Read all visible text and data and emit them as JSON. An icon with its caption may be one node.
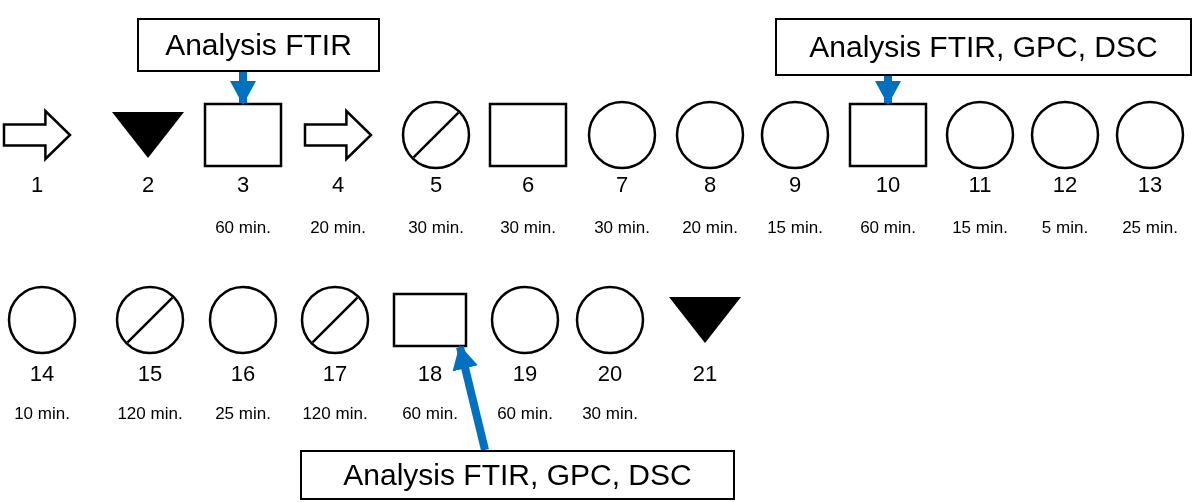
{
  "diagram": {
    "nodes": [
      {
        "text": [
          "Analysis FTIR"
        ]
      },
      {
        "text": [
          "Analysis FTIR, GPC, DSC"
        ]
      },
      {
        "text": [],
        "shape": "arrow",
        "beside": [
          "1"
        ]
      },
      {
        "text": [],
        "shape": "triangle",
        "beside": [
          "2"
        ]
      },
      {
        "text": [],
        "shape": "box",
        "beside": [
          "3",
          "60 min."
        ]
      },
      {
        "text": [],
        "shape": "arrow",
        "beside": [
          "4",
          "20 min."
        ]
      },
      {
        "text": [],
        "shape": "slashed-circle",
        "beside": [
          "5",
          "30 min."
        ]
      },
      {
        "text": [],
        "shape": "box",
        "beside": [
          "6",
          "30 min."
        ]
      },
      {
        "text": [],
        "shape": "circle",
        "beside": [
          "7",
          "30 min."
        ]
      },
      {
        "text": [],
        "shape": "circle",
        "beside": [
          "8",
          "20 min."
        ]
      },
      {
        "text": [],
        "shape": "circle",
        "beside": [
          "9",
          "15 min."
        ]
      },
      {
        "text": [],
        "shape": "box",
        "beside": [
          "10",
          "60 min."
        ]
      },
      {
        "text": [],
        "shape": "circle",
        "beside": [
          "11",
          "15 min."
        ]
      },
      {
        "text": [],
        "shape": "circle",
        "beside": [
          "12",
          "5 min."
        ]
      },
      {
        "text": [],
        "shape": "circle",
        "beside": [
          "13",
          "25 min."
        ]
      },
      {
        "text": [],
        "shape": "circle",
        "beside": [
          "14",
          "10 min."
        ]
      },
      {
        "text": [],
        "shape": "slashed-circle",
        "beside": [
          "15",
          "120 min."
        ]
      },
      {
        "text": [],
        "shape": "circle",
        "beside": [
          "16",
          "25 min."
        ]
      },
      {
        "text": [],
        "shape": "slashed-circle",
        "beside": [
          "17",
          "120 min."
        ]
      },
      {
        "text": [],
        "shape": "box",
        "beside": [
          "18",
          "60 min."
        ]
      },
      {
        "text": [],
        "shape": "circle",
        "beside": [
          "19",
          "60 min."
        ]
      },
      {
        "text": [],
        "shape": "circle",
        "beside": [
          "20",
          "30 min."
        ]
      },
      {
        "text": [],
        "shape": "triangle",
        "beside": [
          "21"
        ]
      },
      {
        "text": [
          "Analysis FTIR, GPC, DSC"
        ]
      }
    ],
    "edges": [
      {
        "from": 0,
        "to": 4,
        "arrow": "to"
      },
      {
        "from": 1,
        "to": 11,
        "arrow": "to"
      },
      {
        "from": 23,
        "to": 19,
        "arrow": "to"
      }
    ]
  }
}
